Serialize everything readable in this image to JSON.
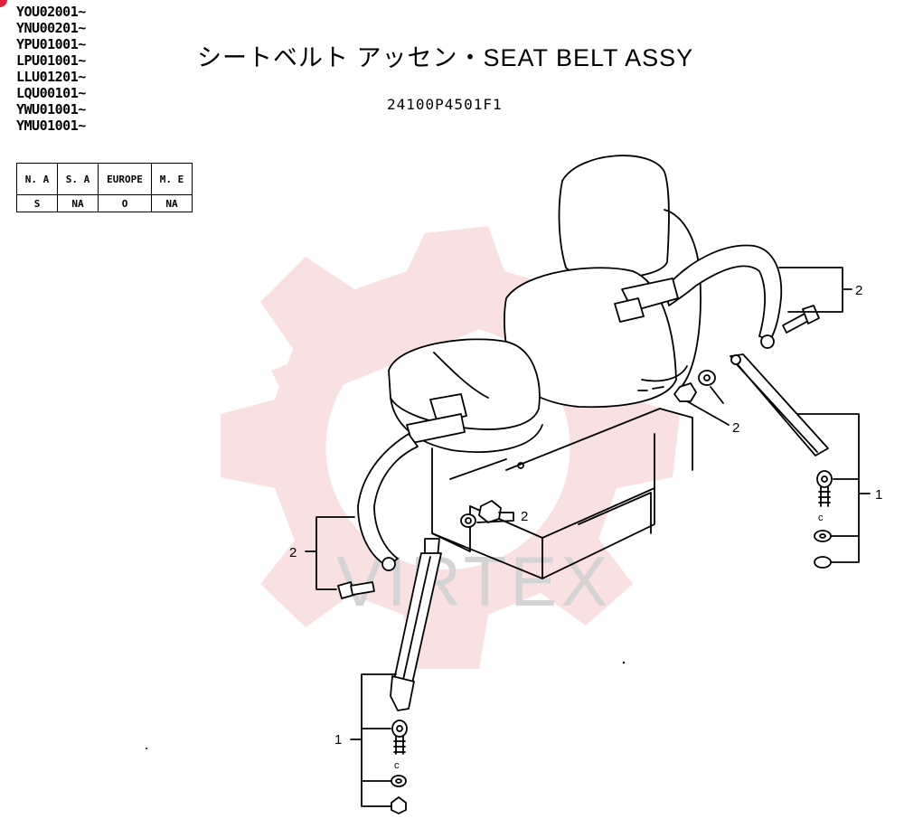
{
  "serial_numbers": [
    "YOU02001~",
    "YNU00201~",
    "YPU01001~",
    "LPU01001~",
    "LLU01201~",
    "LQU00101~",
    "YWU01001~",
    "YMU01001~"
  ],
  "title": "シートベルト アッセン・SEAT BELT ASSY",
  "part_number": "24100P4501F1",
  "market_table": {
    "headers": [
      "N. A",
      "S. A",
      "EUROPE",
      "M. E"
    ],
    "values": [
      "S",
      "NA",
      "O",
      "NA"
    ]
  },
  "callouts": {
    "belt_upper": "2",
    "washer_nut_right": "2",
    "washer_nut_center": "2",
    "belt_lower_left": "2",
    "mount_kit_right": "1",
    "mount_kit_lower": "1"
  },
  "watermark": "VIRTEX",
  "colors": {
    "accent_dot": "#e0203a",
    "watermark_gear": "#f6c9c9",
    "watermark_text": "#d4d4d4"
  }
}
